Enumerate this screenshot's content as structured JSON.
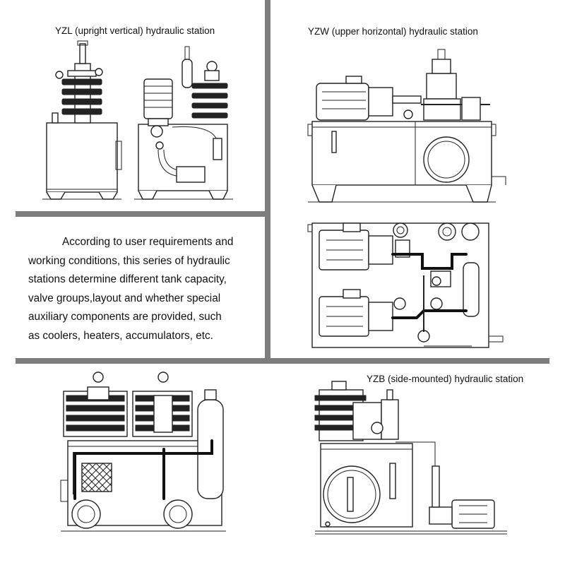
{
  "captions": {
    "yzl": "YZL (upright vertical) hydraulic station",
    "yzw": "YZW (upper horizontal) hydraulic station",
    "yzb": "YZB (side-mounted) hydraulic station"
  },
  "description_lines": [
    "According to user requirements and",
    "working conditions, this series of hydraulic",
    "stations determine different tank capacity,",
    "valve groups,layout and whether special",
    "auxiliary components are provided, such",
    "as coolers, heaters, accumulators, etc."
  ],
  "colors": {
    "divider": "#7d7d7d",
    "line": "#222222",
    "background": "#ffffff"
  }
}
